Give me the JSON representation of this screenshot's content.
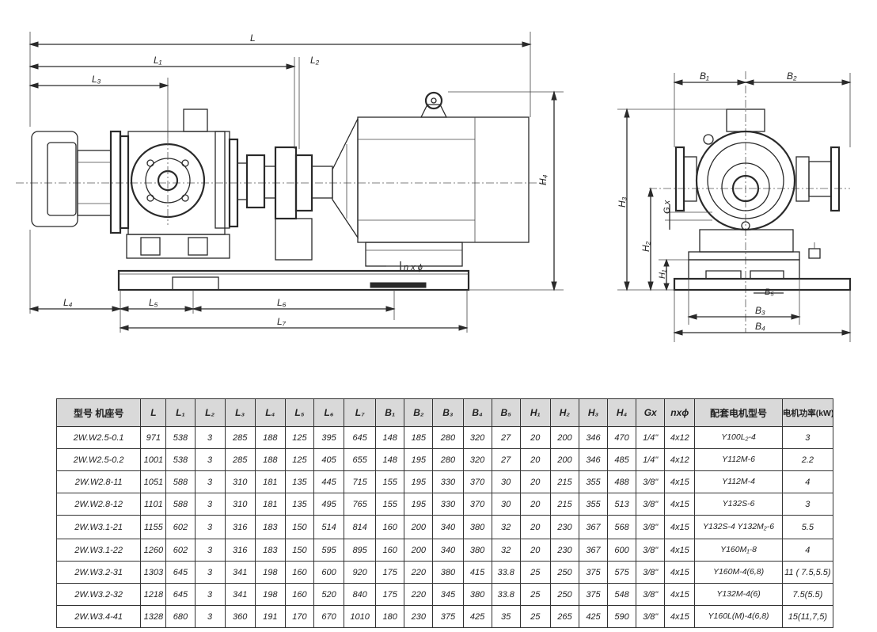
{
  "dimension_labels": {
    "L": "L",
    "L1": "L₁",
    "L2": "L₂",
    "L3": "L₃",
    "L4": "L₄",
    "L5": "L₅",
    "L6": "L₆",
    "L7": "L₇",
    "H4": "H₄",
    "nxphi": "n x ϕ",
    "B1": "B₁",
    "B2": "B₂",
    "B3": "B₃",
    "B4": "B₄",
    "B5": "B₅",
    "H1": "H₁",
    "H2": "H₂",
    "H3": "H₃",
    "Gx": "G x"
  },
  "table": {
    "headers": [
      "型号 机座号",
      "L",
      "L₁",
      "L₂",
      "L₃",
      "L₄",
      "L₅",
      "L₆",
      "L₇",
      "B₁",
      "B₂",
      "B₃",
      "B₄",
      "B₅",
      "H₁",
      "H₂",
      "H₃",
      "H₄",
      "Gx",
      "nxϕ",
      "配套电机型号",
      "电机功率(kW)"
    ],
    "rows": [
      [
        "2W.W2.5-0.1",
        "971",
        "538",
        "3",
        "285",
        "188",
        "125",
        "395",
        "645",
        "148",
        "185",
        "280",
        "320",
        "27",
        "20",
        "200",
        "346",
        "470",
        "1/4\"",
        "4x12",
        "Y100L₂-4",
        "3"
      ],
      [
        "2W.W2.5-0.2",
        "1001",
        "538",
        "3",
        "285",
        "188",
        "125",
        "405",
        "655",
        "148",
        "195",
        "280",
        "320",
        "27",
        "20",
        "200",
        "346",
        "485",
        "1/4\"",
        "4x12",
        "Y112M-6",
        "2.2"
      ],
      [
        "2W.W2.8-11",
        "1051",
        "588",
        "3",
        "310",
        "181",
        "135",
        "445",
        "715",
        "155",
        "195",
        "330",
        "370",
        "30",
        "20",
        "215",
        "355",
        "488",
        "3/8\"",
        "4x15",
        "Y112M-4",
        "4"
      ],
      [
        "2W.W2.8-12",
        "1101",
        "588",
        "3",
        "310",
        "181",
        "135",
        "495",
        "765",
        "155",
        "195",
        "330",
        "370",
        "30",
        "20",
        "215",
        "355",
        "513",
        "3/8\"",
        "4x15",
        "Y132S-6",
        "3"
      ],
      [
        "2W.W3.1-21",
        "1155",
        "602",
        "3",
        "316",
        "183",
        "150",
        "514",
        "814",
        "160",
        "200",
        "340",
        "380",
        "32",
        "20",
        "230",
        "367",
        "568",
        "3/8\"",
        "4x15",
        "Y132S-4 Y132M₂-6",
        "5.5"
      ],
      [
        "2W.W3.1-22",
        "1260",
        "602",
        "3",
        "316",
        "183",
        "150",
        "595",
        "895",
        "160",
        "200",
        "340",
        "380",
        "32",
        "20",
        "230",
        "367",
        "600",
        "3/8\"",
        "4x15",
        "Y160M₁-8",
        "4"
      ],
      [
        "2W.W3.2-31",
        "1303",
        "645",
        "3",
        "341",
        "198",
        "160",
        "600",
        "920",
        "175",
        "220",
        "380",
        "415",
        "33.8",
        "25",
        "250",
        "375",
        "575",
        "3/8\"",
        "4x15",
        "Y160M-4(6,8)",
        "11 ( 7.5,5.5)"
      ],
      [
        "2W.W3.2-32",
        "1218",
        "645",
        "3",
        "341",
        "198",
        "160",
        "520",
        "840",
        "175",
        "220",
        "345",
        "380",
        "33.8",
        "25",
        "250",
        "375",
        "548",
        "3/8\"",
        "4x15",
        "Y132M-4(6)",
        "7.5(5.5)"
      ],
      [
        "2W.W3.4-41",
        "1328",
        "680",
        "3",
        "360",
        "191",
        "170",
        "670",
        "1010",
        "180",
        "230",
        "375",
        "425",
        "35",
        "25",
        "265",
        "425",
        "590",
        "3/8\"",
        "4x15",
        "Y160L(M)-4(6,8)",
        "15(11,7,5)"
      ]
    ]
  }
}
